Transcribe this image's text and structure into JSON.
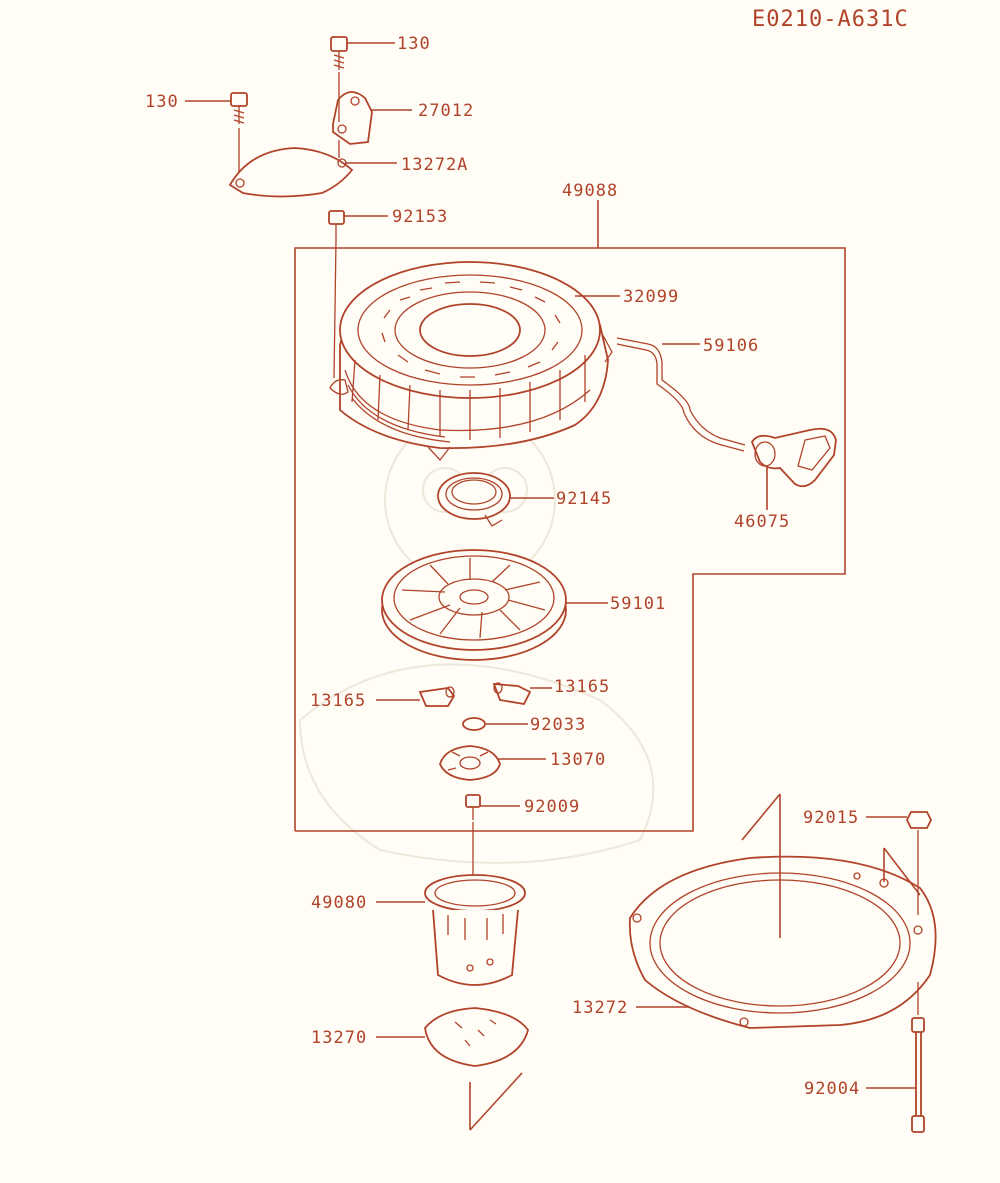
{
  "diagram_code": "E0210-A631C",
  "labels": {
    "screw_top": "130",
    "screw_left": "130",
    "bracket": "27012",
    "cover_plate": "13272A",
    "bolt_starter": "92153",
    "starter_assembly": "49088",
    "case": "32099",
    "rope": "59106",
    "handle": "46075",
    "spring": "92145",
    "reel": "59101",
    "ratchet_left": "13165",
    "ratchet_right": "13165",
    "ring": "92033",
    "plate": "13070",
    "bolt_center": "92009",
    "pulley_cup": "49080",
    "small_plate": "13270",
    "nut": "92015",
    "gasket": "13272",
    "stud_bolt": "92004"
  }
}
